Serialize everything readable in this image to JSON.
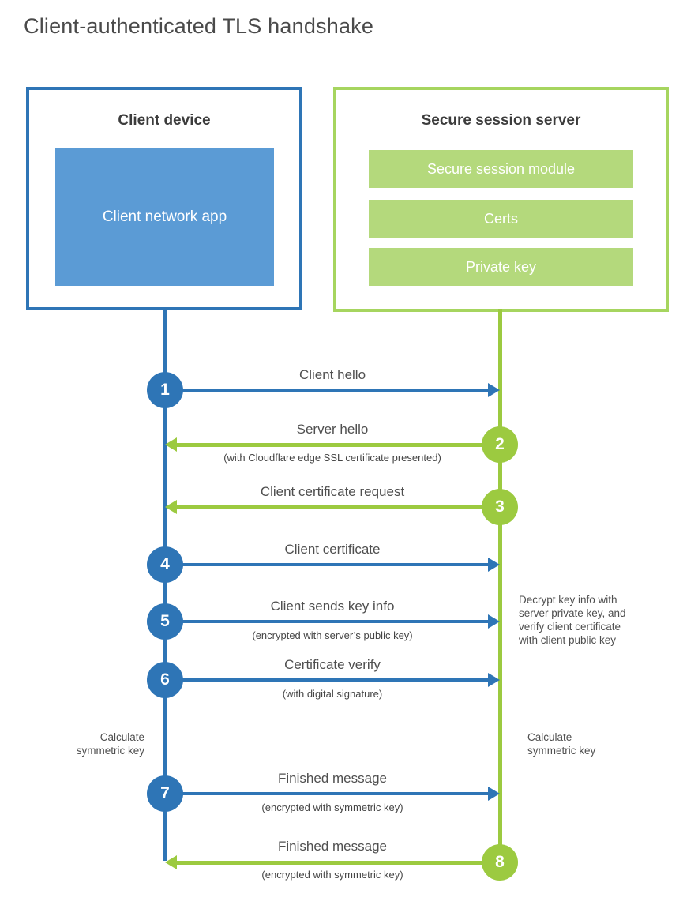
{
  "title": "Client-authenticated TLS handshake",
  "client": {
    "title": "Client device",
    "app": "Client network app"
  },
  "server": {
    "title": "Secure session server",
    "modules": [
      "Secure session module",
      "Certs",
      "Private key"
    ]
  },
  "steps": [
    {
      "number": "1",
      "label": "Client hello",
      "sublabel": "",
      "direction": "left-to-right",
      "actor": "client"
    },
    {
      "number": "2",
      "label": "Server hello",
      "sublabel": "(with Cloudflare edge SSL certificate presented)",
      "direction": "right-to-left",
      "actor": "server"
    },
    {
      "number": "3",
      "label": "Client certificate request",
      "sublabel": "",
      "direction": "right-to-left",
      "actor": "server"
    },
    {
      "number": "4",
      "label": "Client certificate",
      "sublabel": "",
      "direction": "left-to-right",
      "actor": "client"
    },
    {
      "number": "5",
      "label": "Client sends key info",
      "sublabel": "(encrypted with server’s public key)",
      "direction": "left-to-right",
      "actor": "client"
    },
    {
      "number": "6",
      "label": "Certificate verify",
      "sublabel": "(with digital signature)",
      "direction": "left-to-right",
      "actor": "client"
    },
    {
      "number": "7",
      "label": "Finished message",
      "sublabel": "(encrypted with symmetric key)",
      "direction": "left-to-right",
      "actor": "client"
    },
    {
      "number": "8",
      "label": "Finished message",
      "sublabel": "(encrypted with symmetric key)",
      "direction": "right-to-left",
      "actor": "server"
    }
  ],
  "notes": {
    "decrypt": "Decrypt key info with\nserver private key, and\nverify client certificate\nwith client public key",
    "calculate_left": "Calculate\nsymmetric key",
    "calculate_right": "Calculate\nsymmetric key"
  },
  "colors": {
    "blue": "#2e75b6",
    "blue_fill": "#5b9bd5",
    "green": "#9cca40",
    "green_border": "#a6d55f",
    "green_fill": "#b4d97c"
  }
}
